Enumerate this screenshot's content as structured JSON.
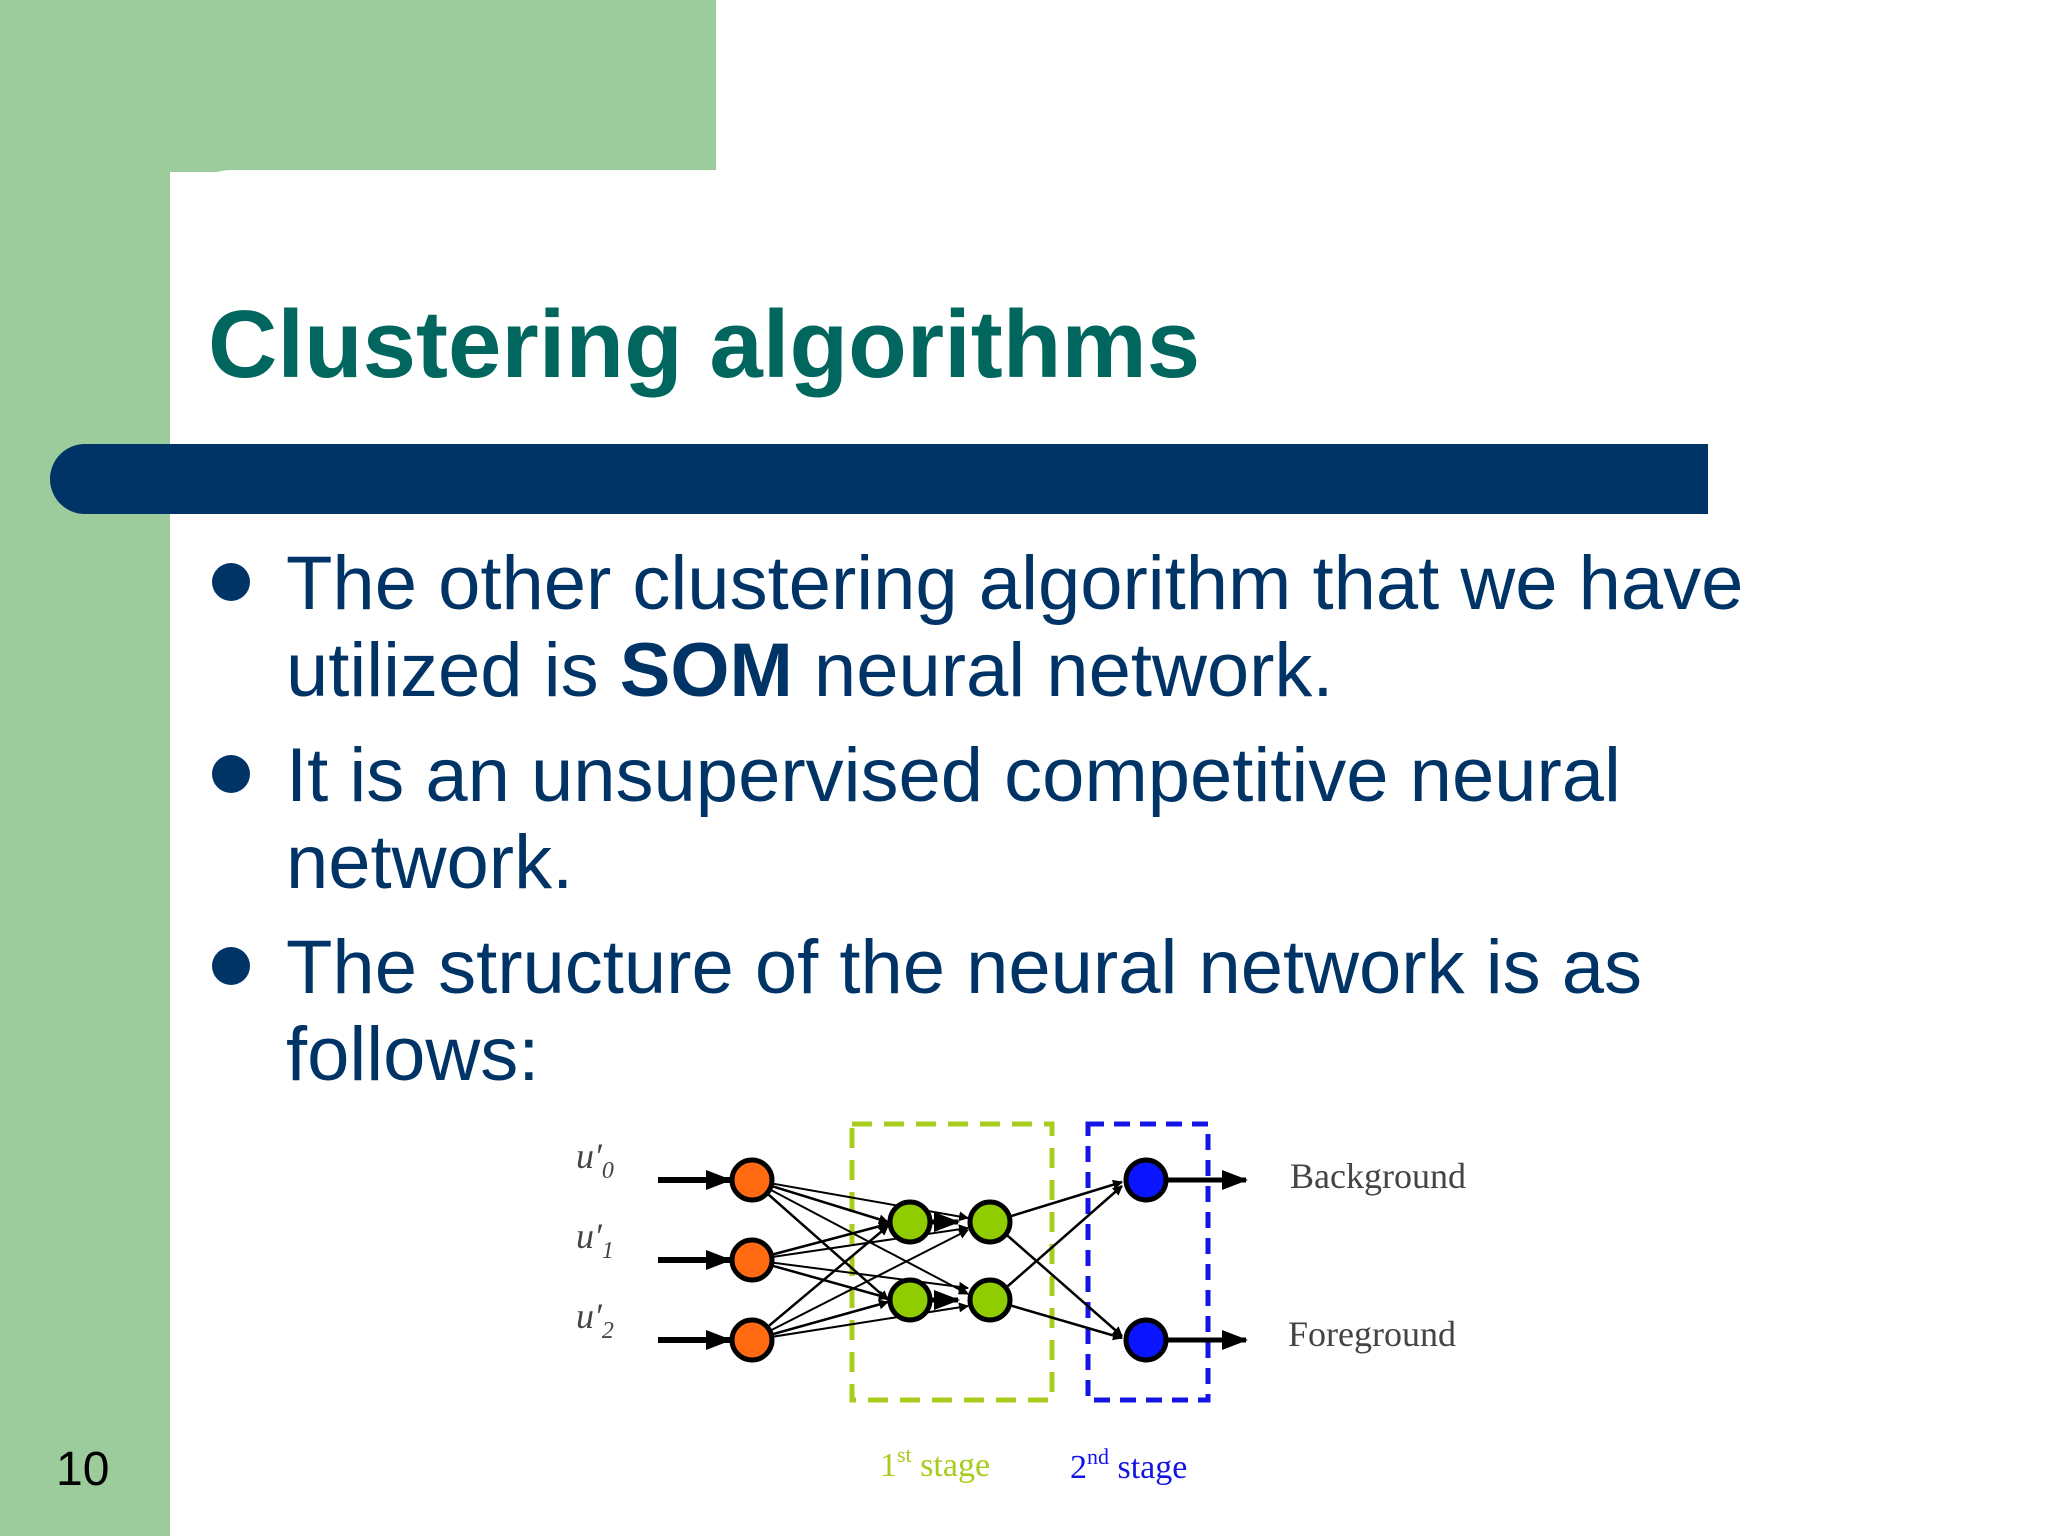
{
  "slide": {
    "title": "Clustering algorithms",
    "number": "10",
    "bullets": [
      {
        "pre": "The other clustering algorithm that we have utilized is ",
        "bold": "SOM",
        "post": " neural network."
      },
      {
        "pre": "It is an unsupervised competitive neural network.",
        "bold": "",
        "post": ""
      },
      {
        "pre": "The structure of the neural network is as follows:",
        "bold": "",
        "post": ""
      }
    ]
  },
  "diagram": {
    "inputs": [
      {
        "base": "u′",
        "sub": "0"
      },
      {
        "base": "u′",
        "sub": "1"
      },
      {
        "base": "u′",
        "sub": "2"
      }
    ],
    "outputs": [
      "Background",
      "Foreground"
    ],
    "stages": [
      {
        "num": "1",
        "sup": "st",
        "word": "stage"
      },
      {
        "num": "2",
        "sup": "nd",
        "word": "stage"
      }
    ],
    "colors": {
      "input_node": "#ff6a13",
      "stage1_node": "#8fcc00",
      "stage2_node": "#0a14ff",
      "stage1_box": "#a8cc1c",
      "stage2_box": "#1414e6",
      "title": "#00665e",
      "bar": "#003366",
      "text": "#003366",
      "green": "#9ccc9c"
    }
  }
}
